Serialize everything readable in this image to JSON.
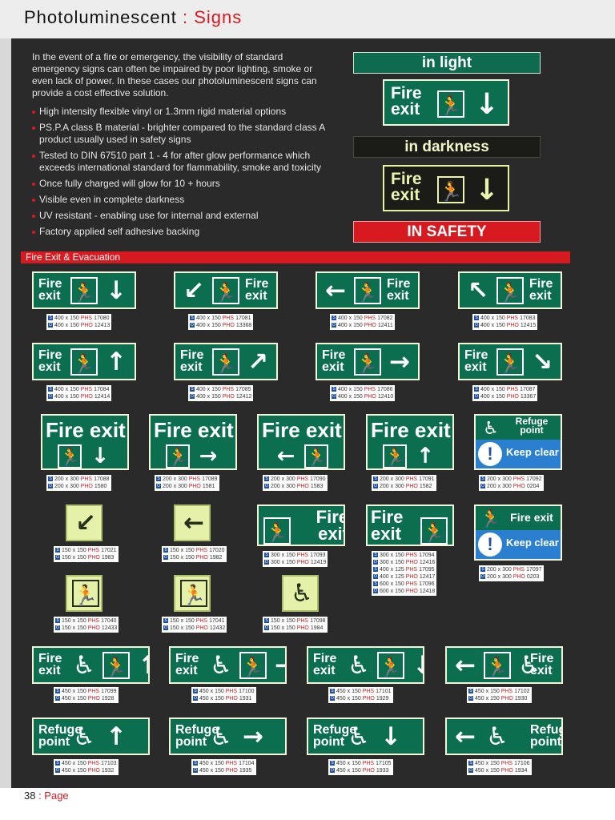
{
  "header": {
    "title": "Photoluminescent",
    "subtitle": " : Signs"
  },
  "footer": {
    "page_number": "38",
    "page_label": " : Page"
  },
  "intro": {
    "paragraph": "In the event of a fire or emergency, the visibility of standard emergency signs can often be impaired by poor lighting, smoke or even lack of power. In these cases our photoluminescent signs can provide a cost effective solution.",
    "bullets": [
      "High intensity flexible vinyl or 1.3mm rigid material options",
      "PS.P.A class B material - brighter compared to the standard class A product usually used in safety signs",
      "Tested to DIN 67510 part 1 - 4 for after glow performance which exceeds international standard for flammability, smoke and toxicity",
      "Once fully charged will glow for 10 + hours",
      "Visible even in complete darkness",
      "UV resistant - enabling use for internal and external",
      "Factory applied self adhesive backing"
    ]
  },
  "demo": {
    "light_label": "in light",
    "dark_label": "in darkness",
    "safety_label": "IN SAFETY",
    "light_sign": {
      "text": "Fire exit",
      "icons": [
        "running-man",
        "arrow-down"
      ]
    },
    "dark_sign": {
      "text": "Fire exit",
      "icons": [
        "running-man",
        "arrow-down"
      ]
    }
  },
  "section": {
    "title": "Fire Exit & Evacuation"
  },
  "size_types": {
    "PHS": "PHS",
    "PHO": "PHO"
  },
  "signs": [
    {
      "text": "Fire exit",
      "icons": [
        "running-man",
        "arrow-down"
      ],
      "codes": [
        {
          "size": "400 x 150",
          "type": "PHS",
          "code": "17080"
        },
        {
          "size": "400 x 150",
          "type": "PHO",
          "code": "12413"
        }
      ]
    },
    {
      "text": "Fire exit",
      "icons": [
        "arrow-down-left",
        "running-man"
      ],
      "codes": [
        {
          "size": "400 x 150",
          "type": "PHS",
          "code": "17081"
        },
        {
          "size": "400 x 150",
          "type": "PHO",
          "code": "13368"
        }
      ]
    },
    {
      "text": "Fire exit",
      "icons": [
        "arrow-left",
        "running-man"
      ],
      "codes": [
        {
          "size": "400 x 150",
          "type": "PHS",
          "code": "17082"
        },
        {
          "size": "400 x 150",
          "type": "PHO",
          "code": "12411"
        }
      ]
    },
    {
      "text": "Fire exit",
      "icons": [
        "arrow-up-left",
        "running-man"
      ],
      "codes": [
        {
          "size": "400 x 150",
          "type": "PHS",
          "code": "17083"
        },
        {
          "size": "400 x 150",
          "type": "PHO",
          "code": "12415"
        }
      ]
    },
    {
      "text": "Fire exit",
      "icons": [
        "running-man",
        "arrow-up"
      ],
      "codes": [
        {
          "size": "400 x 150",
          "type": "PHS",
          "code": "17084"
        },
        {
          "size": "400 x 150",
          "type": "PHO",
          "code": "12414"
        }
      ]
    },
    {
      "text": "Fire exit",
      "icons": [
        "running-man",
        "arrow-up-right"
      ],
      "codes": [
        {
          "size": "400 x 150",
          "type": "PHS",
          "code": "17085"
        },
        {
          "size": "400 x 150",
          "type": "PHO",
          "code": "12412"
        }
      ]
    },
    {
      "text": "Fire exit",
      "icons": [
        "running-man",
        "arrow-right"
      ],
      "codes": [
        {
          "size": "400 x 150",
          "type": "PHS",
          "code": "17086"
        },
        {
          "size": "400 x 150",
          "type": "PHO",
          "code": "12410"
        }
      ]
    },
    {
      "text": "Fire exit",
      "icons": [
        "running-man",
        "arrow-down-right"
      ],
      "codes": [
        {
          "size": "400 x 150",
          "type": "PHS",
          "code": "17087"
        },
        {
          "size": "400 x 150",
          "type": "PHO",
          "code": "13367"
        }
      ]
    },
    {
      "text": "Fire exit",
      "icons": [
        "running-man",
        "arrow-down"
      ],
      "codes": [
        {
          "size": "200 x 300",
          "type": "PHS",
          "code": "17088"
        },
        {
          "size": "200 x 300",
          "type": "PHO",
          "code": "1580"
        }
      ]
    },
    {
      "text": "Fire exit",
      "icons": [
        "running-man",
        "arrow-right"
      ],
      "codes": [
        {
          "size": "200 x 300",
          "type": "PHS",
          "code": "17089"
        },
        {
          "size": "200 x 300",
          "type": "PHO",
          "code": "1581"
        }
      ]
    },
    {
      "text": "Fire exit",
      "icons": [
        "arrow-left",
        "running-man"
      ],
      "codes": [
        {
          "size": "200 x 300",
          "type": "PHS",
          "code": "17090"
        },
        {
          "size": "200 x 300",
          "type": "PHO",
          "code": "1583"
        }
      ]
    },
    {
      "text": "Fire exit",
      "icons": [
        "running-man",
        "arrow-up"
      ],
      "codes": [
        {
          "size": "200 x 300",
          "type": "PHS",
          "code": "17091"
        },
        {
          "size": "200 x 300",
          "type": "PHO",
          "code": "1582"
        }
      ]
    },
    {
      "text": "Refuge point",
      "subtext": "Keep clear",
      "icons": [
        "wheelchair",
        "exclamation"
      ],
      "codes": [
        {
          "size": "200 x 300",
          "type": "PHS",
          "code": "17092"
        },
        {
          "size": "200 x 300",
          "type": "PHO",
          "code": "0204"
        }
      ]
    },
    {
      "text": "",
      "icons": [
        "arrow-down-left"
      ],
      "codes": [
        {
          "size": "150 x 150",
          "type": "PHS",
          "code": "17021"
        },
        {
          "size": "150 x 150",
          "type": "PHO",
          "code": "1983"
        }
      ]
    },
    {
      "text": "",
      "icons": [
        "arrow-left"
      ],
      "codes": [
        {
          "size": "150 x 150",
          "type": "PHS",
          "code": "17020"
        },
        {
          "size": "150 x 150",
          "type": "PHO",
          "code": "1982"
        }
      ]
    },
    {
      "text": "Fire exit",
      "icons": [
        "running-man"
      ],
      "codes": [
        {
          "size": "300 x 150",
          "type": "PHS",
          "code": "17093"
        },
        {
          "size": "300 x 150",
          "type": "PHO",
          "code": "12419"
        }
      ]
    },
    {
      "text": "Fire exit",
      "icons": [
        "running-man"
      ],
      "codes": [
        {
          "size": "300 x 150",
          "type": "PHS",
          "code": "17094"
        },
        {
          "size": "300 x 150",
          "type": "PHO",
          "code": "12416"
        },
        {
          "size": "400 x 125",
          "type": "PHS",
          "code": "17095"
        },
        {
          "size": "400 x 125",
          "type": "PHO",
          "code": "12417"
        },
        {
          "size": "600 x 150",
          "type": "PHS",
          "code": "17096"
        },
        {
          "size": "600 x 150",
          "type": "PHO",
          "code": "12418"
        }
      ]
    },
    {
      "text": "Fire exit",
      "subtext": "Keep clear",
      "icons": [
        "running-man",
        "exclamation"
      ],
      "codes": [
        {
          "size": "200 x 300",
          "type": "PHS",
          "code": "17097"
        },
        {
          "size": "200 x 300",
          "type": "PHO",
          "code": "0203"
        }
      ]
    },
    {
      "text": "",
      "icons": [
        "running-man"
      ],
      "codes": [
        {
          "size": "150 x 150",
          "type": "PHS",
          "code": "17040"
        },
        {
          "size": "150 x 150",
          "type": "PHO",
          "code": "12433"
        }
      ]
    },
    {
      "text": "",
      "icons": [
        "running-man"
      ],
      "codes": [
        {
          "size": "150 x 150",
          "type": "PHS",
          "code": "17041"
        },
        {
          "size": "150 x 150",
          "type": "PHO",
          "code": "12432"
        }
      ]
    },
    {
      "text": "",
      "icons": [
        "wheelchair"
      ],
      "codes": [
        {
          "size": "150 x 150",
          "type": "PHS",
          "code": "17098"
        },
        {
          "size": "150 x 150",
          "type": "PHO",
          "code": "1984"
        }
      ]
    },
    {
      "text": "Fire exit",
      "icons": [
        "wheelchair",
        "running-man",
        "arrow-up"
      ],
      "codes": [
        {
          "size": "450 x 150",
          "type": "PHS",
          "code": "17099"
        },
        {
          "size": "450 x 150",
          "type": "PHO",
          "code": "1928"
        }
      ]
    },
    {
      "text": "Fire exit",
      "icons": [
        "wheelchair",
        "running-man",
        "arrow-right"
      ],
      "codes": [
        {
          "size": "450 x 150",
          "type": "PHS",
          "code": "17100"
        },
        {
          "size": "450 x 150",
          "type": "PHO",
          "code": "1931"
        }
      ]
    },
    {
      "text": "Fire exit",
      "icons": [
        "wheelchair",
        "running-man",
        "arrow-down"
      ],
      "codes": [
        {
          "size": "450 x 150",
          "type": "PHS",
          "code": "17101"
        },
        {
          "size": "450 x 150",
          "type": "PHO",
          "code": "1929"
        }
      ]
    },
    {
      "text": "Fire exit",
      "icons": [
        "arrow-left",
        "running-man",
        "wheelchair"
      ],
      "codes": [
        {
          "size": "450 x 150",
          "type": "PHS",
          "code": "17102"
        },
        {
          "size": "450 x 150",
          "type": "PHO",
          "code": "1930"
        }
      ]
    },
    {
      "text": "Refuge point",
      "icons": [
        "wheelchair",
        "arrow-up"
      ],
      "codes": [
        {
          "size": "450 x 150",
          "type": "PHS",
          "code": "17103"
        },
        {
          "size": "450 x 150",
          "type": "PHO",
          "code": "1932"
        }
      ]
    },
    {
      "text": "Refuge point",
      "icons": [
        "wheelchair",
        "arrow-right"
      ],
      "codes": [
        {
          "size": "450 x 150",
          "type": "PHS",
          "code": "17104"
        },
        {
          "size": "450 x 150",
          "type": "PHO",
          "code": "1935"
        }
      ]
    },
    {
      "text": "Refuge point",
      "icons": [
        "wheelchair",
        "arrow-down"
      ],
      "codes": [
        {
          "size": "450 x 150",
          "type": "PHS",
          "code": "17105"
        },
        {
          "size": "450 x 150",
          "type": "PHO",
          "code": "1933"
        }
      ]
    },
    {
      "text": "Refuge point",
      "icons": [
        "arrow-left",
        "wheelchair"
      ],
      "codes": [
        {
          "size": "450 x 150",
          "type": "PHS",
          "code": "17106"
        },
        {
          "size": "450 x 150",
          "type": "PHO",
          "code": "1934"
        }
      ]
    }
  ],
  "colors": {
    "sign_green": "#0b6e4f",
    "glow": "#e5f0a8",
    "accent_red": "#d71920",
    "panel": "#2a2a2a",
    "refuge_blue": "#2b7fd1"
  }
}
